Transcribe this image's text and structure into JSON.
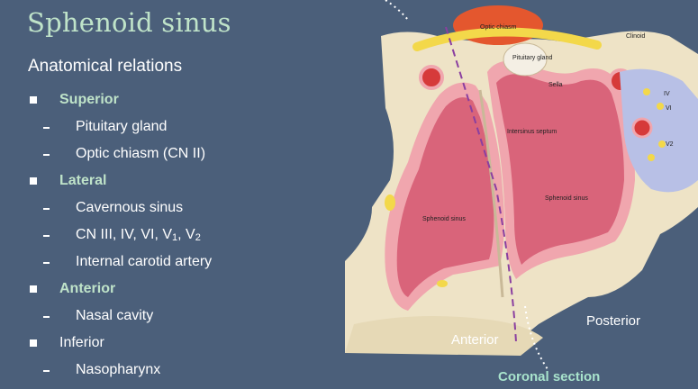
{
  "title": "Sphenoid sinus",
  "subtitle": "Anatomical relations",
  "list": [
    {
      "level": 1,
      "text": "Superior",
      "highlight": true
    },
    {
      "level": 2,
      "text": "Pituitary gland"
    },
    {
      "level": 2,
      "text": "Optic chiasm (CN II)"
    },
    {
      "level": 1,
      "text": "Lateral",
      "highlight": true
    },
    {
      "level": 2,
      "text": "Cavernous sinus"
    },
    {
      "level": 2,
      "text": "CN III, IV, VI, V1, V2"
    },
    {
      "level": 2,
      "text": "Internal carotid artery"
    },
    {
      "level": 1,
      "text": "Anterior",
      "highlight": true
    },
    {
      "level": 2,
      "text": "Nasal cavity"
    },
    {
      "level": 1,
      "text": "Inferior",
      "highlight": false
    },
    {
      "level": 2,
      "text": "Nasopharynx"
    }
  ],
  "figure": {
    "labels": {
      "optic_chiasm": "Optic chiasm",
      "pituitary_gland": "Pituitary gland",
      "clinoid": "Clinoid",
      "sella": "Sella",
      "intersinus_septum": "Intersinus septum",
      "sphenoid_sinus_left": "Sphenoid sinus",
      "sphenoid_sinus_right": "Sphenoid sinus",
      "nerve_iv": "IV",
      "nerve_vi": "VI",
      "nerve_v2": "V2",
      "anterior": "Anterior",
      "posterior": "Posterior",
      "caption": "Coronal section"
    }
  },
  "colors": {
    "background": "#4b5f7a",
    "title": "#bfe3c9",
    "highlight": "#bfe3c9",
    "caption": "#a8e3cc",
    "bone": "#eee3c6",
    "sinus": "#d9647a",
    "mucosa": "#f0a6ae",
    "artery": "#d63a3a",
    "nerve": "#f3d84a",
    "cavernous": "#b8c0e6"
  }
}
